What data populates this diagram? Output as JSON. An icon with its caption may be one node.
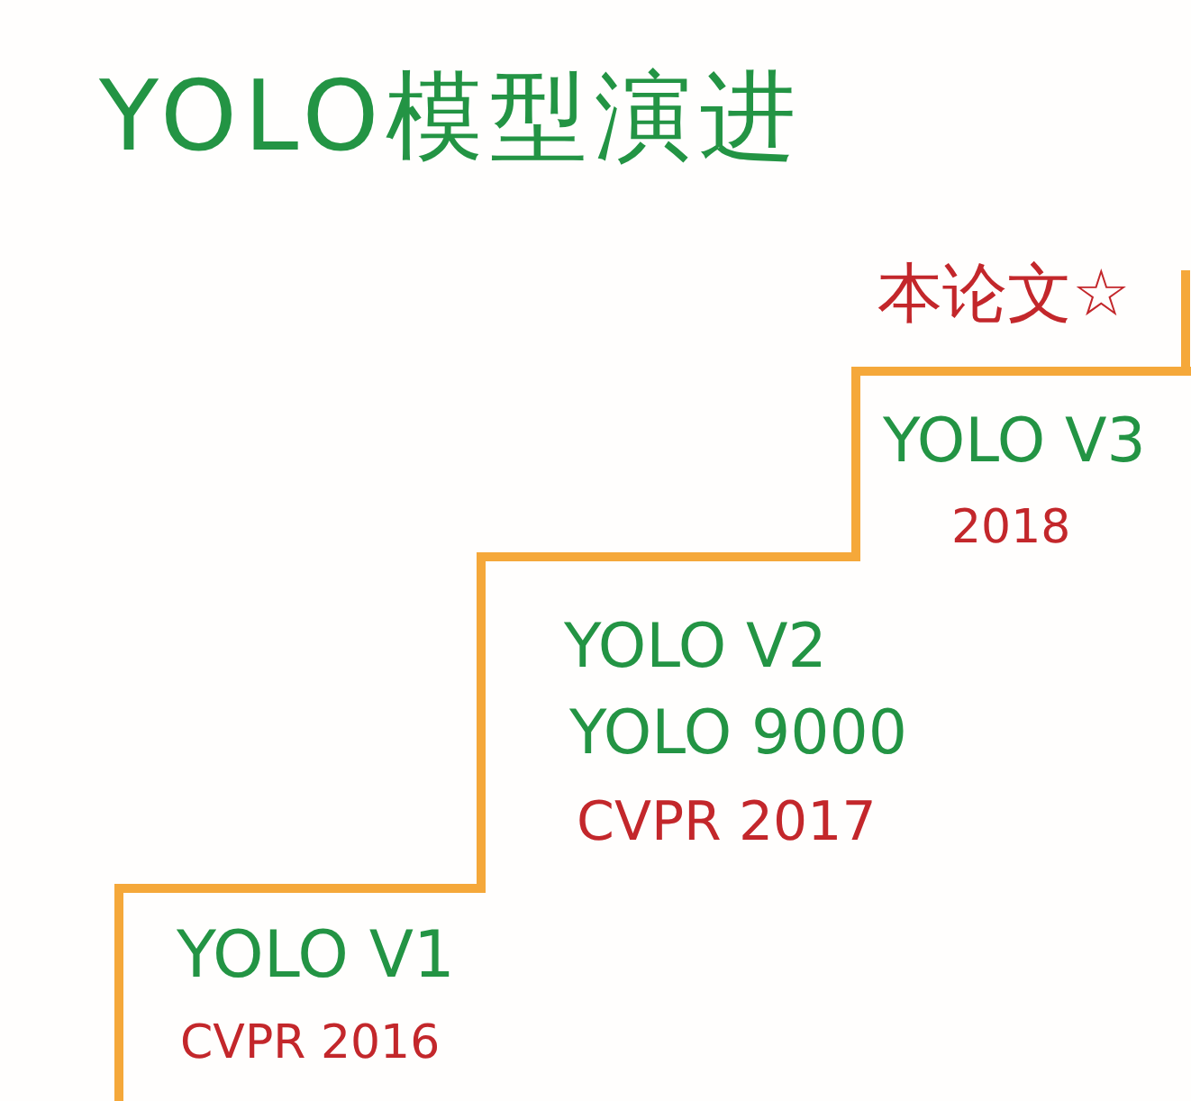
{
  "diagram": {
    "title": "YOLO模型演进",
    "labels": [
      "本论文☆",
      "YOLO V3",
      "2018",
      "YOLO V2",
      "YOLO 9000",
      "CVPR 2017",
      "YOLO V1",
      "CVPR 2016"
    ]
  }
}
